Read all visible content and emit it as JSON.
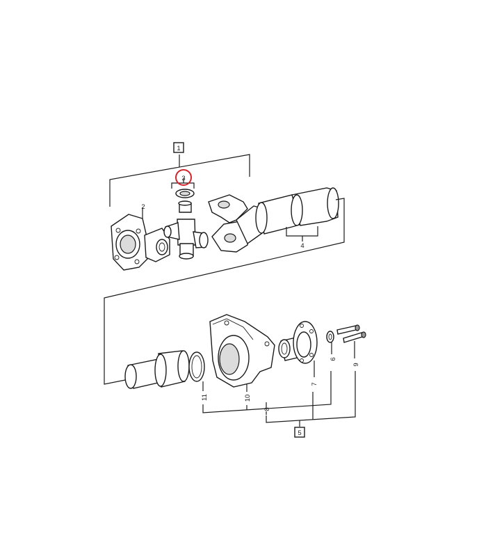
{
  "labels": {
    "l1": "1",
    "l2": "2",
    "l3": "3",
    "l4": "4",
    "l5": "5",
    "l6": "6",
    "l7": "7",
    "l8": "8",
    "l9": "9",
    "l10": "10",
    "l11": "11"
  },
  "colors": {
    "highlight": "#d2232a",
    "line": "#1a1a1a"
  }
}
